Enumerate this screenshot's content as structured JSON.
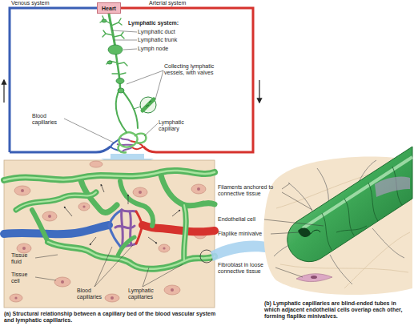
{
  "diagram": {
    "nodes": [
      {
        "text": [
          "Heart"
        ]
      }
    ],
    "labels": [
      "Venous system",
      "Arterial system",
      "Lymphatic system:",
      "Lymphatic duct",
      "Lymphatic trunk",
      "Lymph node",
      "Collecting lymphatic vessels, with valves",
      "Blood capillaries",
      "Lymphatic capillary",
      "Tissue fluid",
      "Tissue cell",
      "Blood capillaries",
      "Lymphatic capillaries",
      "Filaments anchored to connective tissue",
      "Endothelial cell",
      "Flaplike minivalve",
      "Fibroblast in loose connective tissue",
      "(a) Structural relationship between a capillary bed of the blood vascular system and lymphatic capillaries.",
      "(b) Lymphatic capillaries are blind-ended tubes in which adjacent endothelial cells overlap each other, forming flaplike minivalves."
    ]
  }
}
